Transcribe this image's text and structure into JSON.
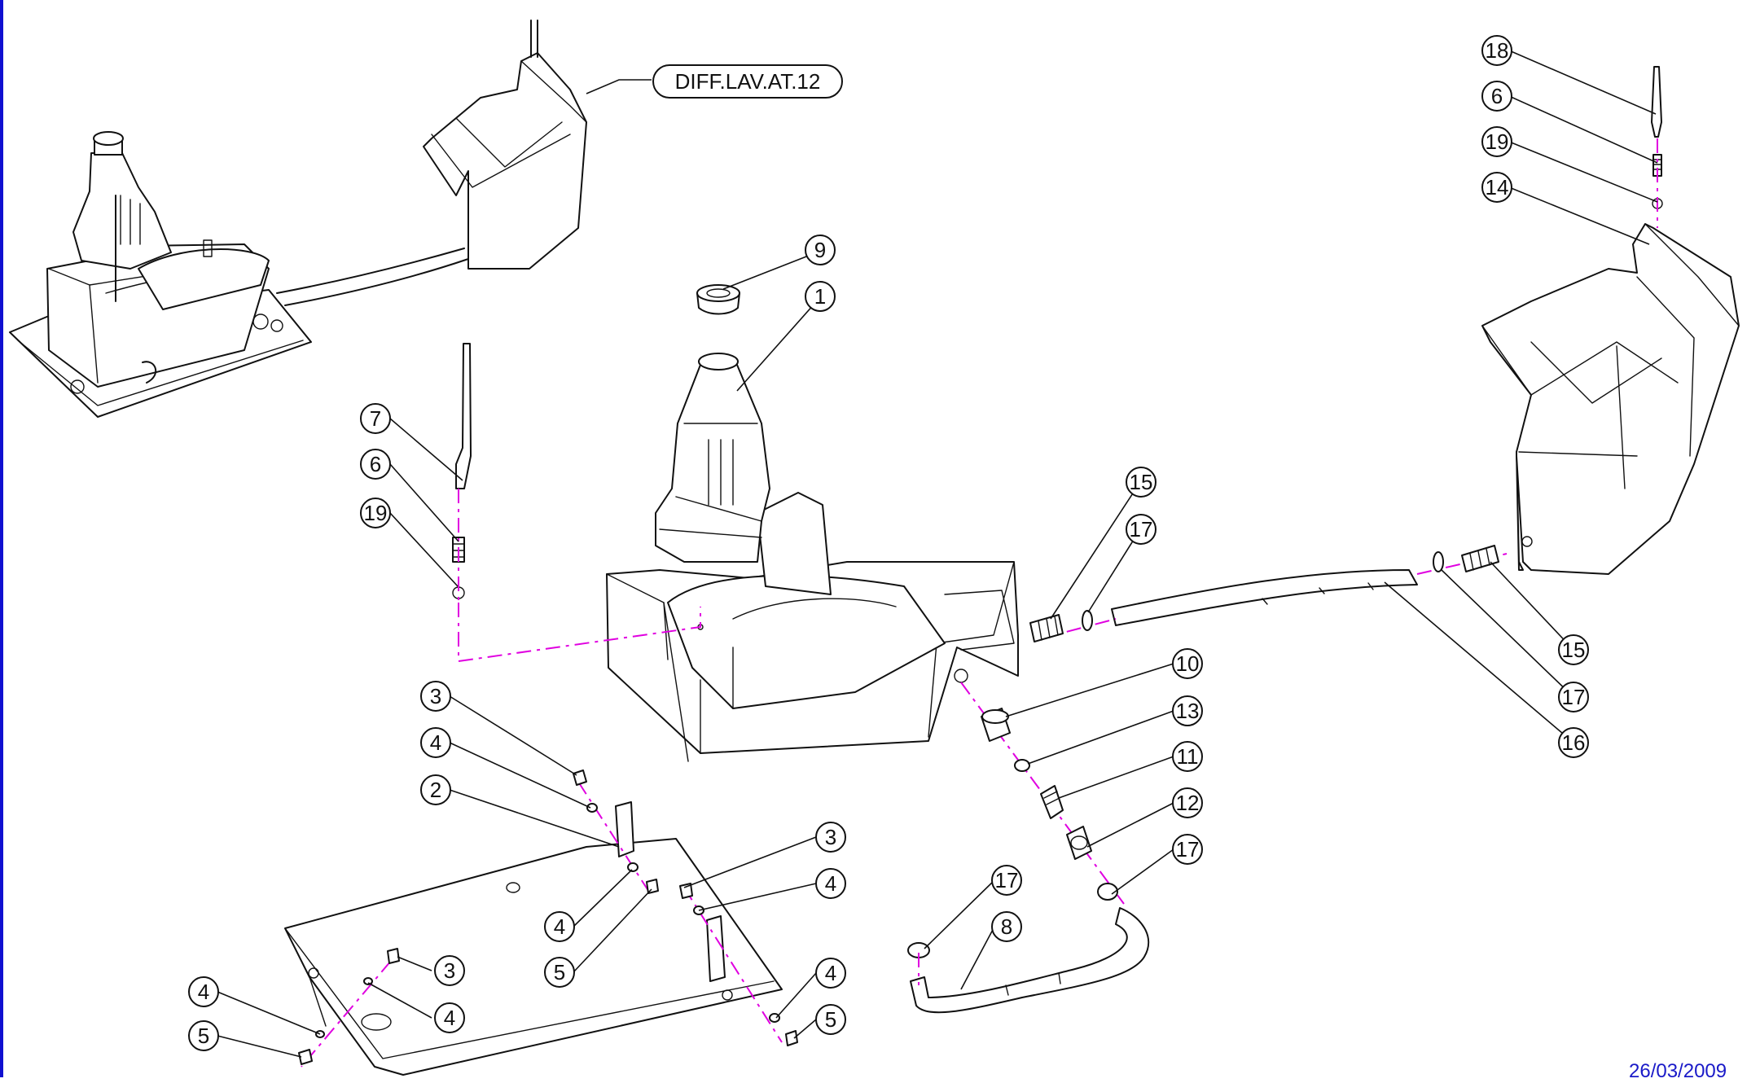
{
  "drawing": {
    "reference_tag": "DIFF.LAV.AT.12",
    "date": "26/03/2009",
    "colors": {
      "frame": "#1010d0",
      "line": "#111111",
      "axis": "#e000e0",
      "date": "#1a1ac8"
    }
  },
  "callouts": [
    {
      "id": "c18",
      "number": "18"
    },
    {
      "id": "c6a",
      "number": "6"
    },
    {
      "id": "c19a",
      "number": "19"
    },
    {
      "id": "c14",
      "number": "14"
    },
    {
      "id": "c9",
      "number": "9"
    },
    {
      "id": "c1",
      "number": "1"
    },
    {
      "id": "c7",
      "number": "7"
    },
    {
      "id": "c6b",
      "number": "6"
    },
    {
      "id": "c19b",
      "number": "19"
    },
    {
      "id": "c15a",
      "number": "15"
    },
    {
      "id": "c17a",
      "number": "17"
    },
    {
      "id": "c15b",
      "number": "15"
    },
    {
      "id": "c17b",
      "number": "17"
    },
    {
      "id": "c16",
      "number": "16"
    },
    {
      "id": "c10",
      "number": "10"
    },
    {
      "id": "c13",
      "number": "13"
    },
    {
      "id": "c11",
      "number": "11"
    },
    {
      "id": "c12",
      "number": "12"
    },
    {
      "id": "c17c",
      "number": "17"
    },
    {
      "id": "c17d",
      "number": "17"
    },
    {
      "id": "c8",
      "number": "8"
    },
    {
      "id": "c3a",
      "number": "3"
    },
    {
      "id": "c4a",
      "number": "4"
    },
    {
      "id": "c2",
      "number": "2"
    },
    {
      "id": "c3b",
      "number": "3"
    },
    {
      "id": "c4b",
      "number": "4"
    },
    {
      "id": "c4c",
      "number": "4"
    },
    {
      "id": "c5a",
      "number": "5"
    },
    {
      "id": "c3c",
      "number": "3"
    },
    {
      "id": "c4d",
      "number": "4"
    },
    {
      "id": "c4e",
      "number": "4"
    },
    {
      "id": "c4f",
      "number": "4"
    },
    {
      "id": "c5b",
      "number": "5"
    },
    {
      "id": "c5c",
      "number": "5"
    }
  ]
}
